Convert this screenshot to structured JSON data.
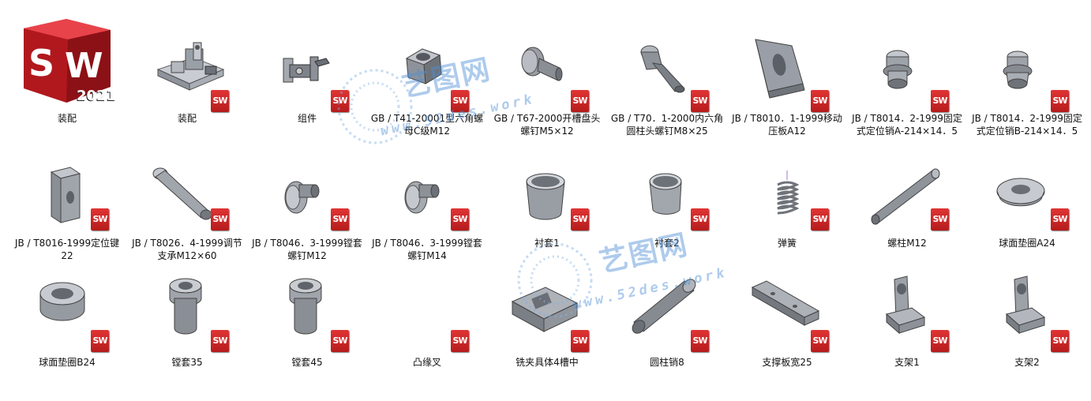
{
  "app_icon": {
    "letters": "SW",
    "year": "2021",
    "color": "#d21f26"
  },
  "badge_text": "SW",
  "watermark": {
    "title": "艺图网",
    "url": "www.52des.work",
    "color": "#4d8ed6"
  },
  "rows": [
    [
      {
        "label": "装配",
        "icon": "assembly-app-icon"
      },
      {
        "label": "装配",
        "icon": "fixture-assembly-icon"
      },
      {
        "label": "组件",
        "icon": "component-icon"
      },
      {
        "label": "GB / T41-20001型六角螺母C级M12",
        "icon": "hex-nut-icon"
      },
      {
        "label": "GB / T67-2000开槽盘头螺钉M5×12",
        "icon": "pan-head-screw-icon"
      },
      {
        "label": "GB / T70．1-2000内六角圆柱头螺钉M8×25",
        "icon": "socket-cap-screw-icon"
      },
      {
        "label": "JB / T8010．1-1999移动压板A12",
        "icon": "clamp-plate-icon"
      },
      {
        "label": "JB / T8014．2-1999固定式定位销A-214×14．5",
        "icon": "locating-pin-a-icon"
      },
      {
        "label": "JB / T8014．2-1999固定式定位销B-214×14．5",
        "icon": "locating-pin-b-icon"
      }
    ],
    [
      {
        "label": "JB / T8016-1999定位键22",
        "icon": "locating-key-icon"
      },
      {
        "label": "JB / T8026．4-1999调节支承M12×60",
        "icon": "adjust-support-icon"
      },
      {
        "label": "JB / T8046．3-1999镗套螺钉M12",
        "icon": "bushing-screw-m12-icon"
      },
      {
        "label": "JB / T8046．3-1999镗套螺钉M14",
        "icon": "bushing-screw-m14-icon"
      },
      {
        "label": "衬套1",
        "icon": "bushing-1-icon"
      },
      {
        "label": "衬套2",
        "icon": "bushing-2-icon"
      },
      {
        "label": "弹簧",
        "icon": "spring-icon"
      },
      {
        "label": "螺柱M12",
        "icon": "stud-icon"
      },
      {
        "label": "球面垫圈A24",
        "icon": "spherical-washer-a-icon"
      }
    ],
    [
      {
        "label": "球面垫圈B24",
        "icon": "spherical-washer-b-icon"
      },
      {
        "label": "镗套35",
        "icon": "boring-sleeve-35-icon"
      },
      {
        "label": "镗套45",
        "icon": "boring-sleeve-45-icon"
      },
      {
        "label": "凸缘叉",
        "icon": "flange-fork-icon"
      },
      {
        "label": "铣夹具体4槽中",
        "icon": "milling-fixture-body-icon"
      },
      {
        "label": "圆柱销8",
        "icon": "cylinder-pin-icon"
      },
      {
        "label": "支撑板宽25",
        "icon": "support-plate-icon"
      },
      {
        "label": "支架1",
        "icon": "bracket-1-icon"
      },
      {
        "label": "支架2",
        "icon": "bracket-2-icon"
      }
    ]
  ]
}
